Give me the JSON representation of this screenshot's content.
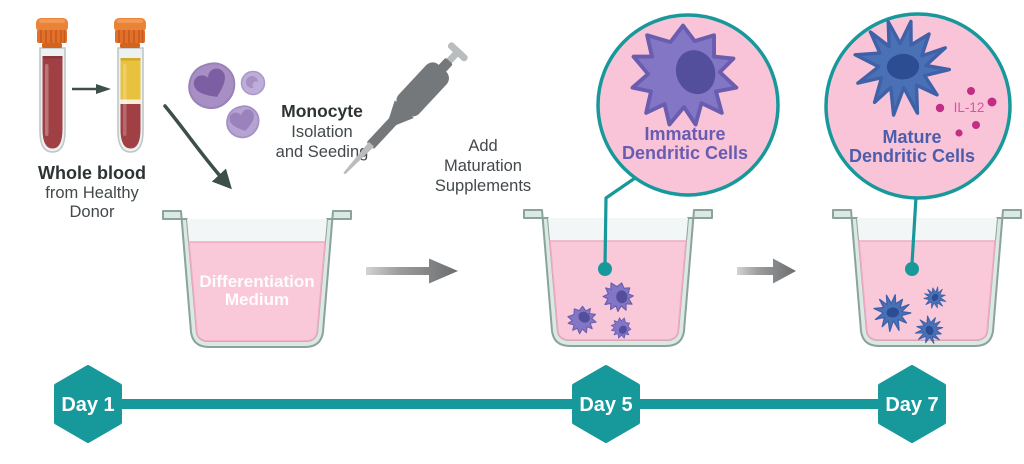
{
  "colors": {
    "teal": "#17989b",
    "circle_fill": "#f9c4d7",
    "liquid_pink": "#f9c8d9",
    "immature_purple": "#8276c5",
    "mature_blue": "#4a70b6",
    "monocyte_purple": "#a78fc4",
    "il12_magenta": "#c22e87",
    "blood_red": "#a04045",
    "plasma_yellow": "#e8c13e",
    "cap_orange": "#e5762d"
  },
  "donor": {
    "line1": "Whole blood",
    "line2": "from Healthy",
    "line3": "Donor"
  },
  "monocyte_step": {
    "line1": "Monocyte",
    "line2": "Isolation",
    "line3": "and Seeding"
  },
  "beaker1": {
    "line1": "Differentiation",
    "line2": "Medium"
  },
  "maturation_step": {
    "line1": "Add",
    "line2": "Maturation",
    "line3": "Supplements"
  },
  "immature_callout": {
    "line1": "Immature",
    "line2": "Dendritic Cells"
  },
  "mature_callout": {
    "line1": "Mature",
    "line2": "Dendritic Cells",
    "cytokine": "IL-12"
  },
  "timeline": {
    "days": [
      "Day 1",
      "Day 5",
      "Day 7"
    ]
  }
}
